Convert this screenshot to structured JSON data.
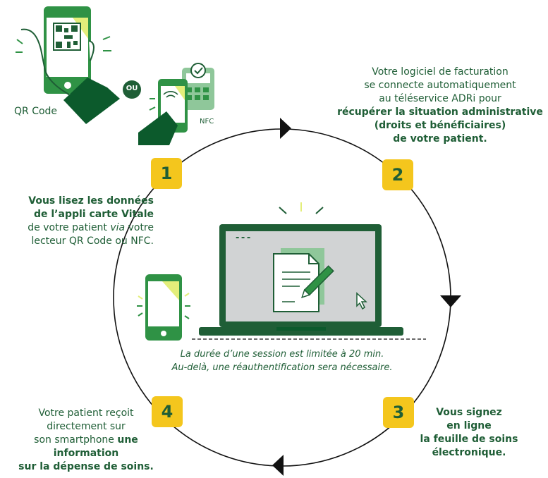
{
  "colors": {
    "green": "#1f5e36",
    "green_dark": "#0c5a2c",
    "green_mid": "#2f9245",
    "green_light": "#8fc79a",
    "yellow": "#f4c61d",
    "lime": "#e3ee7a",
    "screen": "#d1d3d4"
  },
  "steps": [
    {
      "number": "1",
      "lines": [
        {
          "parts": [
            {
              "t": "Vous lisez les données",
              "s": "b"
            }
          ]
        },
        {
          "parts": [
            {
              "t": "de l’appli carte Vitale",
              "s": "b"
            }
          ]
        },
        {
          "parts": [
            {
              "t": "de votre patient "
            },
            {
              "t": "via",
              "s": "i"
            },
            {
              "t": " votre"
            }
          ]
        },
        {
          "parts": [
            {
              "t": "lecteur QR Code ou NFC."
            }
          ]
        }
      ]
    },
    {
      "number": "2",
      "lines": [
        {
          "parts": [
            {
              "t": "Votre logiciel de facturation"
            }
          ]
        },
        {
          "parts": [
            {
              "t": "se connecte automatiquement"
            }
          ]
        },
        {
          "parts": [
            {
              "t": "au téléservice ADRi pour"
            }
          ]
        },
        {
          "parts": [
            {
              "t": "récupérer la situation administrative",
              "s": "b"
            }
          ]
        },
        {
          "parts": [
            {
              "t": "(droits et bénéficiaires)",
              "s": "b"
            }
          ]
        },
        {
          "parts": [
            {
              "t": "de votre patient.",
              "s": "b"
            }
          ]
        }
      ]
    },
    {
      "number": "3",
      "lines": [
        {
          "parts": [
            {
              "t": "Vous signez",
              "s": "b"
            }
          ]
        },
        {
          "parts": [
            {
              "t": "en ligne",
              "s": "b"
            }
          ]
        },
        {
          "parts": [
            {
              "t": "la feuille de soins",
              "s": "b"
            }
          ]
        },
        {
          "parts": [
            {
              "t": "électronique.",
              "s": "b"
            }
          ]
        }
      ]
    },
    {
      "number": "4",
      "lines": [
        {
          "parts": [
            {
              "t": "Votre patient reçoit"
            }
          ]
        },
        {
          "parts": [
            {
              "t": "directement sur"
            }
          ]
        },
        {
          "parts": [
            {
              "t": "son smartphone "
            },
            {
              "t": "une information",
              "s": "b"
            }
          ]
        },
        {
          "parts": [
            {
              "t": "sur la dépense de soins.",
              "s": "b"
            }
          ]
        }
      ]
    }
  ],
  "labels": {
    "qr_code": "QR Code",
    "ou": "OU",
    "nfc": "NFC"
  },
  "session_note": [
    "La durée d’une session est limitée à 20 min.",
    "Au-delà, une réauthentification sera nécessaire."
  ],
  "screen_dashes": "- - -"
}
